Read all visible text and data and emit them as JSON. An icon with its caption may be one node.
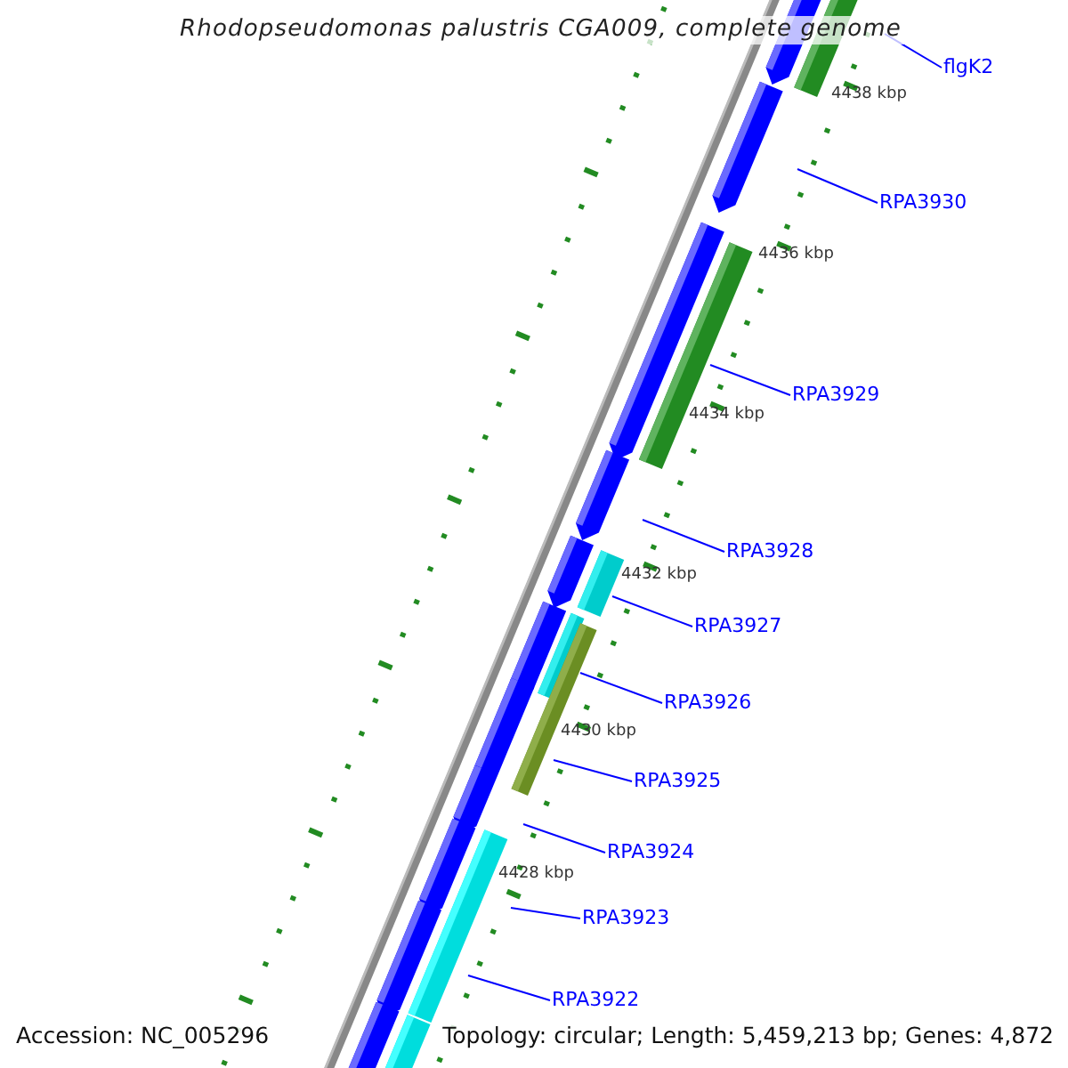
{
  "diagram": {
    "title": "Rhodopseudomonas palustris CGA009, complete genome",
    "nodes": [
      {
        "text": [
          "flgK2"
        ]
      },
      {
        "text": [
          "RPA3930"
        ]
      },
      {
        "text": [
          "RPA3929"
        ]
      },
      {
        "text": [
          "RPA3928"
        ]
      },
      {
        "text": [
          "RPA3927"
        ]
      },
      {
        "text": [
          "RPA3926"
        ]
      },
      {
        "text": [
          "RPA3925"
        ]
      },
      {
        "text": [
          "RPA3924"
        ]
      },
      {
        "text": [
          "RPA3923"
        ]
      },
      {
        "text": [
          "RPA3922"
        ]
      }
    ],
    "edges": [
      {
        "from": 0,
        "to": null,
        "arrow": "none"
      },
      {
        "from": 1,
        "to": null,
        "arrow": "none"
      },
      {
        "from": 2,
        "to": null,
        "arrow": "none"
      },
      {
        "from": 3,
        "to": null,
        "arrow": "none"
      },
      {
        "from": 4,
        "to": null,
        "arrow": "none"
      },
      {
        "from": 5,
        "to": null,
        "arrow": "none"
      },
      {
        "from": 6,
        "to": null,
        "arrow": "none"
      },
      {
        "from": 7,
        "to": null,
        "arrow": "none"
      },
      {
        "from": 8,
        "to": null,
        "arrow": "none"
      },
      {
        "from": 9,
        "to": null,
        "arrow": "none"
      }
    ],
    "labels": [
      "4438 kbp",
      "4436 kbp",
      "4434 kbp",
      "4432 kbp",
      "4430 kbp",
      "4428 kbp",
      "Accession: NC_005296",
      "Topology: circular; Length: 5,459,213 bp; Genes: 4,872"
    ]
  }
}
